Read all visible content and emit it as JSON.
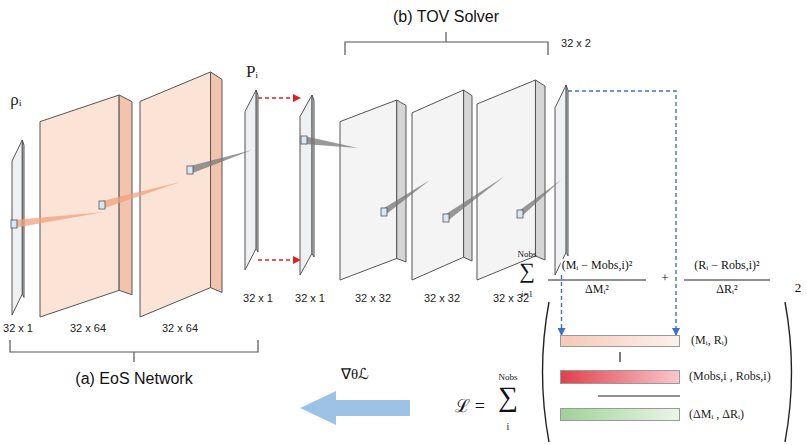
{
  "diagram": {
    "nodes": [
      {
        "text": [
          "ρᵢ",
          "32 x 1"
        ]
      },
      {
        "text": [
          "32 x 64"
        ]
      },
      {
        "text": [
          "32 x 64"
        ]
      },
      {
        "text": [
          "Pᵢ",
          "32 x 1"
        ]
      },
      {
        "text": [
          "32 x 1"
        ]
      },
      {
        "text": [
          "32 x 32"
        ]
      },
      {
        "text": [
          "32 x 32"
        ]
      },
      {
        "text": [
          "32 x 32"
        ]
      },
      {
        "text": [
          "32 x 2"
        ]
      },
      {
        "text": [
          "(Mᵢ, Rᵢ)"
        ]
      },
      {
        "text": [
          "(Mobs,i , Robs,i)"
        ]
      },
      {
        "text": [
          "(ΔMᵢ , ΔRᵢ)"
        ]
      }
    ],
    "edges": [
      {
        "from": 3,
        "to": 4,
        "arrow": "to"
      },
      {
        "from": 3,
        "to": 4,
        "arrow": "to"
      },
      {
        "from": 8,
        "to": 9,
        "arrow": "to"
      },
      {
        "from": 8,
        "to": 9,
        "arrow": "to"
      }
    ],
    "labels": [
      "(b) TOV Solver",
      "(a) EoS Network",
      "∇θℒ",
      "Nobs",
      "∑",
      "i=1",
      "(Mᵢ − Mobs,i)²",
      "ΔMᵢ²",
      "+",
      "(Rᵢ − Robs,i)²",
      "ΔRᵢ²",
      "ℒ =",
      "Nobs",
      "∑",
      "i",
      "2"
    ]
  }
}
